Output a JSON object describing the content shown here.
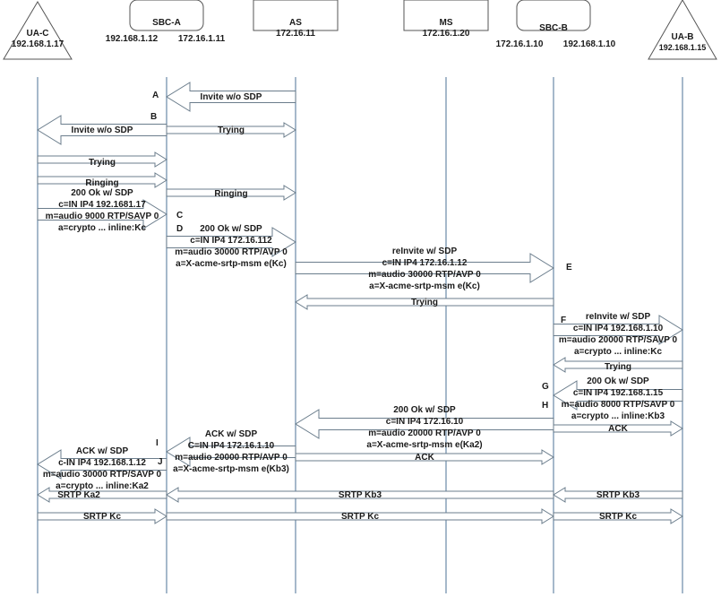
{
  "entities": [
    {
      "id": "ua_c",
      "label": "UA-C",
      "ip": "192.168.1.17",
      "shape": "triangle"
    },
    {
      "id": "sbc_a",
      "label": "SBC-A",
      "ip_left": "192.168.1.12",
      "ip_right": "172.16.1.11",
      "shape": "rounded-box"
    },
    {
      "id": "as",
      "label": "AS",
      "ip": "172.16.11",
      "shape": "box"
    },
    {
      "id": "ms",
      "label": "MS",
      "ip": "172.16.1.20",
      "shape": "box"
    },
    {
      "id": "sbc_b",
      "label": "SBC-B",
      "ip_left": "172.16.1.10",
      "ip_right": "192.168.1.10",
      "shape": "rounded-box"
    },
    {
      "id": "ua_b",
      "label": "UA-B",
      "ip": "192.168.1.15",
      "shape": "triangle"
    }
  ],
  "messages": [
    {
      "id": "invite-as-sbca",
      "direction": "left",
      "style": "large",
      "lines": [
        "Invite w/o SDP"
      ]
    },
    {
      "id": "invite-sbca-uac",
      "direction": "left",
      "style": "large",
      "lines": [
        "Invite w/o SDP"
      ]
    },
    {
      "id": "trying-sbca-as",
      "direction": "right",
      "style": "small",
      "lines": [
        "Trying"
      ]
    },
    {
      "id": "trying-uac-sbca",
      "direction": "right",
      "style": "small",
      "lines": [
        "Trying"
      ]
    },
    {
      "id": "ringing-uac-sbca",
      "direction": "right",
      "style": "small",
      "lines": [
        "Ringing"
      ]
    },
    {
      "id": "ringing-sbca-as",
      "direction": "right",
      "style": "small",
      "lines": [
        "Ringing"
      ]
    },
    {
      "id": "ok-uac-sbca",
      "direction": "right",
      "style": "large",
      "lines": [
        "200 Ok w/ SDP",
        "c=IN IP4 192.1681.17",
        "m=audio 9000 RTP/SAVP 0",
        "a=crypto ... inline:Kc"
      ]
    },
    {
      "id": "ok-sbca-as",
      "direction": "right",
      "style": "large",
      "lines": [
        "200 Ok w/ SDP",
        "c=IN IP4 172.16.112",
        "m=audio 30000 RTP/AVP 0",
        "a=X-acme-srtp-msm e(Kc)"
      ]
    },
    {
      "id": "reinvite-as-sbcb",
      "direction": "right",
      "style": "large",
      "lines": [
        "reInvite w/ SDP",
        "c=IN IP4 172.16.1.12",
        "m=audio 30000 RTP/AVP 0",
        "a=X-acme-srtp-msm e(Kc)"
      ]
    },
    {
      "id": "trying-sbcb-as",
      "direction": "left",
      "style": "small",
      "lines": [
        "Trying"
      ]
    },
    {
      "id": "reinvite-sbcb-uab",
      "direction": "right",
      "style": "large",
      "lines": [
        "reInvite w/ SDP",
        "c=IN IP4 192.168.1.10",
        "m=audio 20000 RTP/SAVP 0",
        "a=crypto ... inline:Kc"
      ]
    },
    {
      "id": "trying-uab-sbcb",
      "direction": "left",
      "style": "small",
      "lines": [
        "Trying"
      ]
    },
    {
      "id": "ok-uab-sbcb",
      "direction": "left",
      "style": "large",
      "lines": [
        "200 Ok w/ SDP",
        "c=IN IP4 192.168.1.15",
        "m=audio 8000 RTP/SAVP 0",
        "a=crypto ... inline:Kb3"
      ]
    },
    {
      "id": "ack-sbcb-uab",
      "direction": "right",
      "style": "small",
      "lines": [
        "ACK"
      ]
    },
    {
      "id": "ok-sbcb-as",
      "direction": "left",
      "style": "large",
      "lines": [
        "200 Ok w/ SDP",
        "c=IN IP4 172.16.10",
        "m=audio 20000 RTP/AVP 0",
        "a=X-acme-srtp-msm e(Ka2)"
      ]
    },
    {
      "id": "ack-as-sbca",
      "direction": "left",
      "style": "large",
      "lines": [
        "ACK w/ SDP",
        "C=IN IP4 172.16.1.10",
        "m=audio 20000 RTP/AVP 0",
        "a=X-acme-srtp-msm e(Kb3)"
      ]
    },
    {
      "id": "ack-as-sbcb",
      "direction": "right",
      "style": "small",
      "lines": [
        "ACK"
      ]
    },
    {
      "id": "ack-sbca-uac",
      "direction": "left",
      "style": "large",
      "lines": [
        "ACK w/ SDP",
        "c-IN IP4 192.168.1.12",
        "m=audio 30000 RTP/SAVP 0",
        "a=crypto ... inline:Ka2"
      ]
    },
    {
      "id": "srtp-kb3-a",
      "direction": "left",
      "style": "small",
      "lines": [
        "SRTP Ka2"
      ]
    },
    {
      "id": "srtp-kb3-b",
      "direction": "left",
      "style": "small",
      "lines": [
        "SRTP Kb3"
      ]
    },
    {
      "id": "srtp-kb3-c",
      "direction": "left",
      "style": "small",
      "lines": [
        "SRTP Kb3"
      ]
    },
    {
      "id": "srtp-kc-a",
      "direction": "right",
      "style": "small",
      "lines": [
        "SRTP Kc"
      ]
    },
    {
      "id": "srtp-kc-b",
      "direction": "right",
      "style": "small",
      "lines": [
        "SRTP Kc"
      ]
    },
    {
      "id": "srtp-kc-c",
      "direction": "right",
      "style": "small",
      "lines": [
        "SRTP Kc"
      ]
    }
  ],
  "step_markers": [
    "A",
    "B",
    "C",
    "D",
    "E",
    "F",
    "G",
    "H",
    "I",
    "J"
  ]
}
